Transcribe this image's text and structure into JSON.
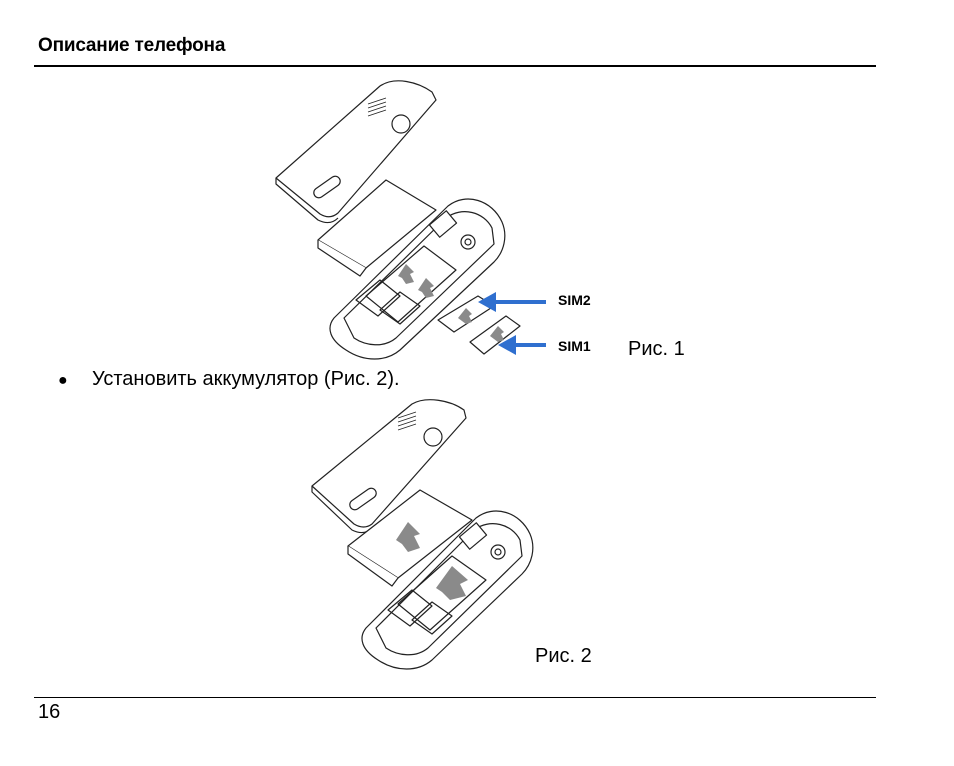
{
  "header": {
    "title": "Описание телефона"
  },
  "figure1": {
    "caption": "Рис. 1",
    "sim_labels": {
      "sim2": "SIM2",
      "sim1": "SIM1"
    },
    "arrow_color": "#2f6fcf"
  },
  "instruction": {
    "text": "Установить аккумулятор (Рис. 2)."
  },
  "figure2": {
    "caption": "Рис. 2"
  },
  "footer": {
    "page_number": "16"
  }
}
